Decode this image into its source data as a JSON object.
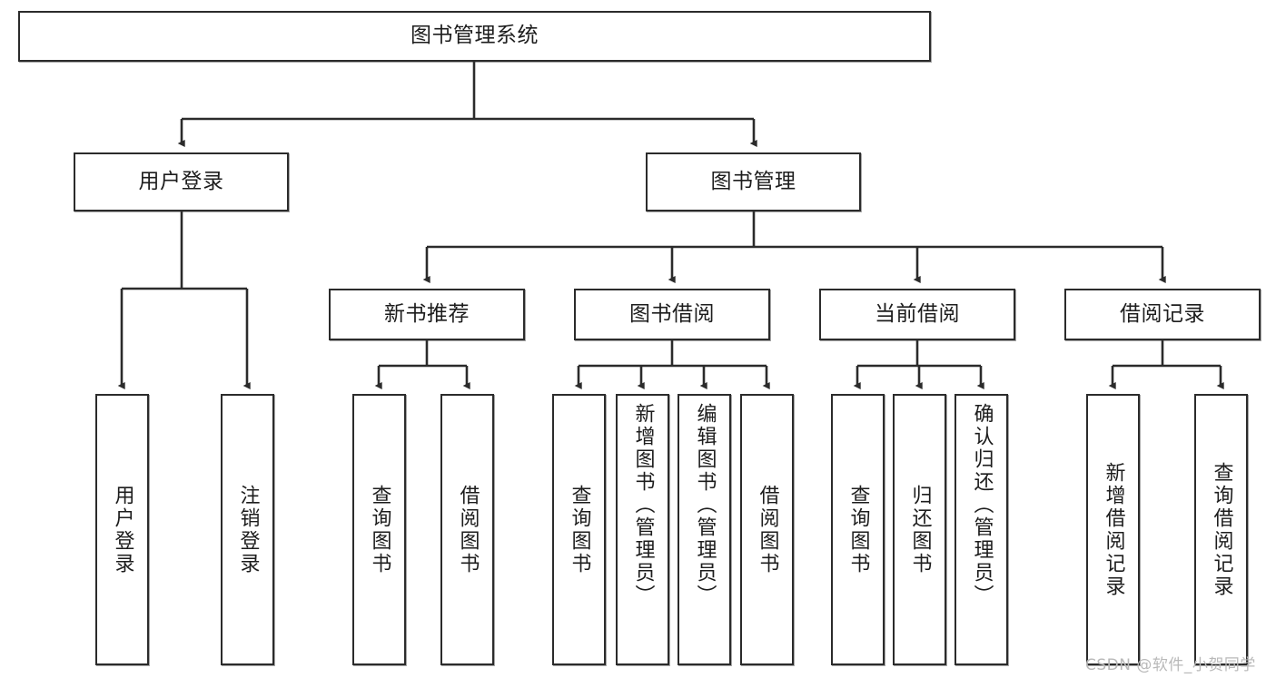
{
  "diagram": {
    "title": "图书管理系统",
    "type": "tree-hierarchy",
    "root": {
      "label": "图书管理系统"
    },
    "level2": [
      {
        "label": "用户登录"
      },
      {
        "label": "图书管理"
      }
    ],
    "level3": [
      {
        "label": "新书推荐"
      },
      {
        "label": "图书借阅"
      },
      {
        "label": "当前借阅"
      },
      {
        "label": "借阅记录"
      }
    ],
    "leaves": {
      "user_login": [
        {
          "label": "用户登录"
        },
        {
          "label": "注销登录"
        }
      ],
      "new_book_recommend": [
        {
          "label": "查询图书"
        },
        {
          "label": "借阅图书"
        }
      ],
      "book_borrow": [
        {
          "label": "查询图书"
        },
        {
          "label": "新增图书（管理员）"
        },
        {
          "label": "编辑图书（管理员）"
        },
        {
          "label": "借阅图书"
        }
      ],
      "current_borrow": [
        {
          "label": "查询图书"
        },
        {
          "label": "归还图书"
        },
        {
          "label": "确认归还（管理员）"
        }
      ],
      "borrow_record": [
        {
          "label": "新增借阅记录"
        },
        {
          "label": "查询借阅记录"
        }
      ]
    }
  },
  "watermark": {
    "text": "CSDN @软件_小贺同学"
  },
  "colors": {
    "border": "#2b2b2b",
    "text": "#1d1d1d",
    "background": "#ffffff",
    "watermark": "#b9b9b9"
  }
}
